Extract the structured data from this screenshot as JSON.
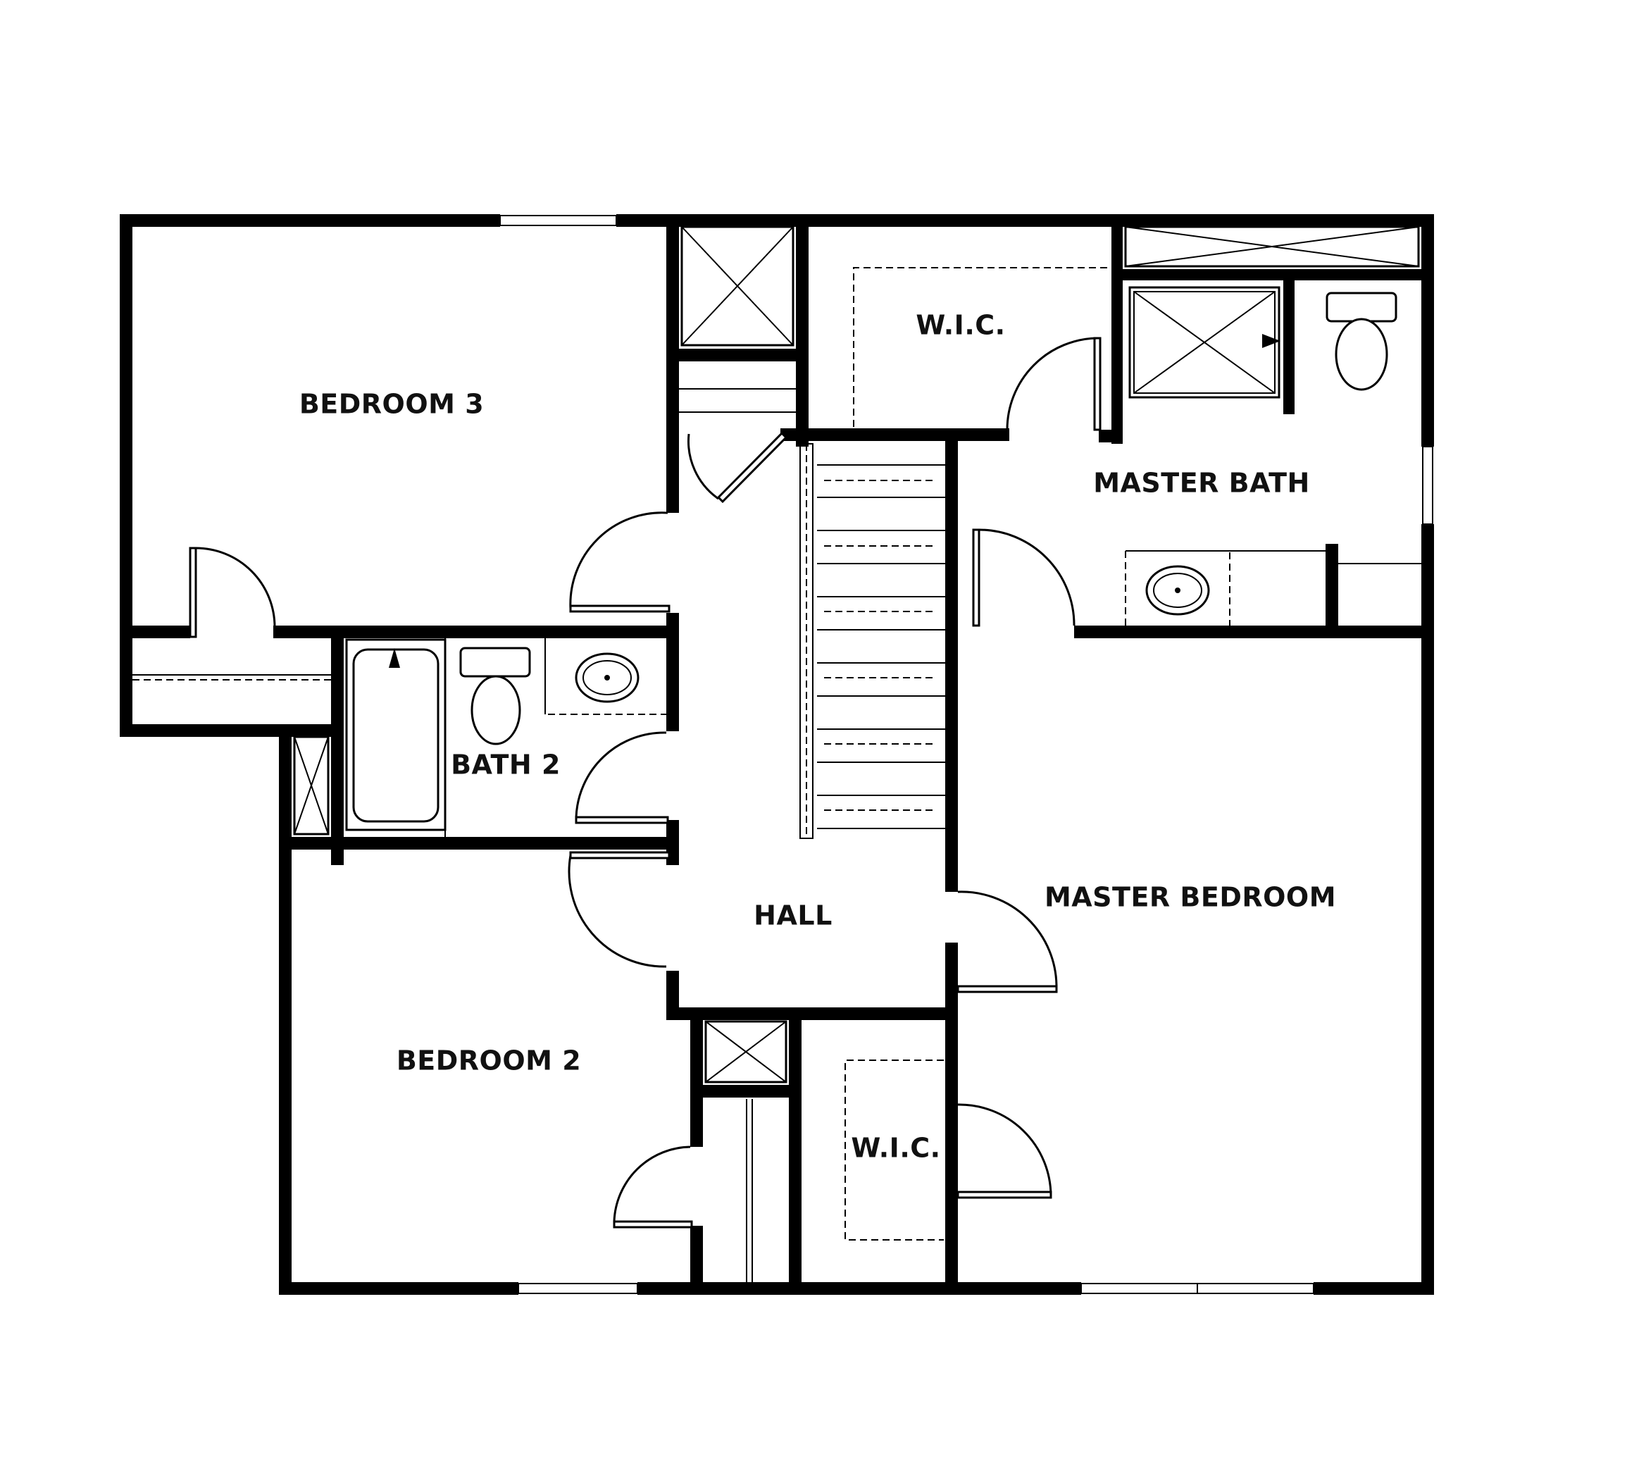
{
  "plan": {
    "rooms": {
      "bedroom_3": "BEDROOM 3",
      "wic_upper": "W.I.C.",
      "master_bath": "MASTER BATH",
      "bath_2": "BATH 2",
      "hall": "HALL",
      "master_bedroom": "MASTER BEDROOM",
      "bedroom_2": "BEDROOM 2",
      "wic_lower": "W.I.C."
    },
    "colors": {
      "wall": "#000000",
      "background": "#ffffff"
    }
  }
}
